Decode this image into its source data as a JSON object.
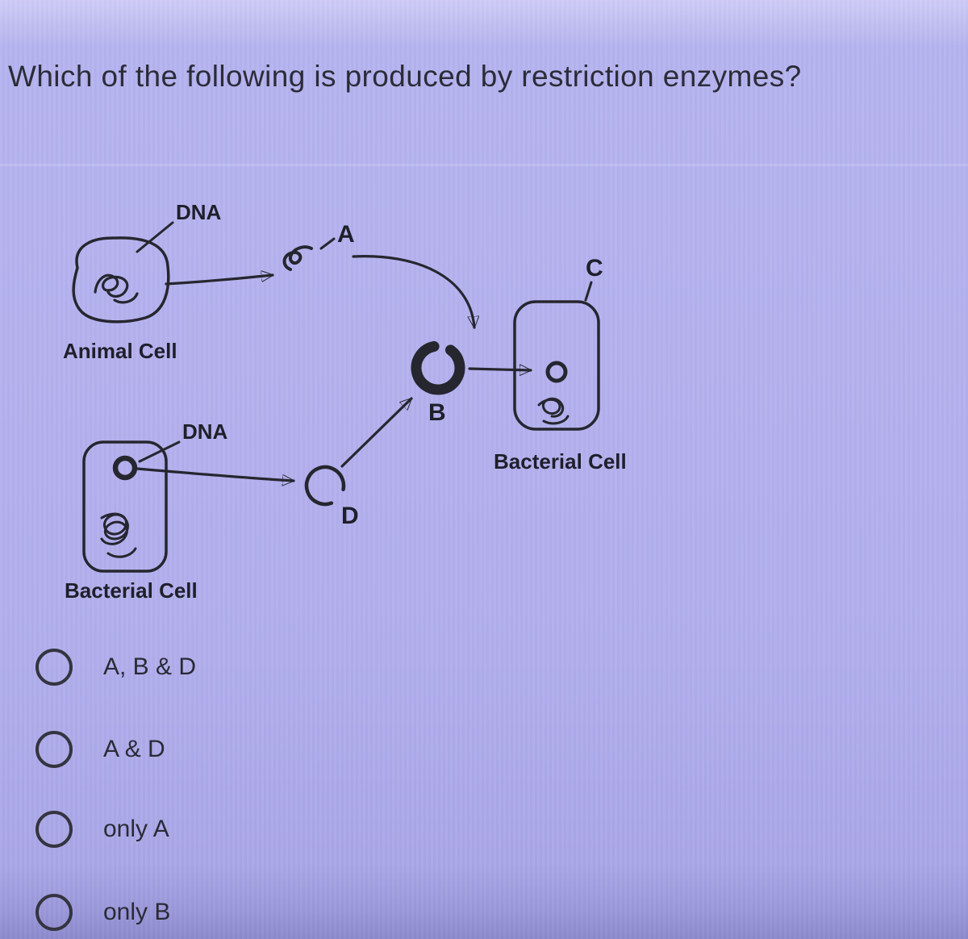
{
  "question": {
    "title": "Which of the following is produced by restriction enzymes?"
  },
  "diagram": {
    "dna_label_top": "DNA",
    "dna_label_bottom": "DNA",
    "animal_cell_label": "Animal Cell",
    "bacterial_cell_left_label": "Bacterial Cell",
    "bacterial_cell_right_label": "Bacterial Cell",
    "step_a": "A",
    "step_b": "B",
    "step_c": "C",
    "step_d": "D"
  },
  "options": [
    {
      "label": "A, B & D"
    },
    {
      "label": "A & D"
    },
    {
      "label": "only A"
    },
    {
      "label": "only B"
    }
  ],
  "colors": {
    "background": "#b4b1ee",
    "ink": "#26262f",
    "title_text": "#2c2c39"
  }
}
